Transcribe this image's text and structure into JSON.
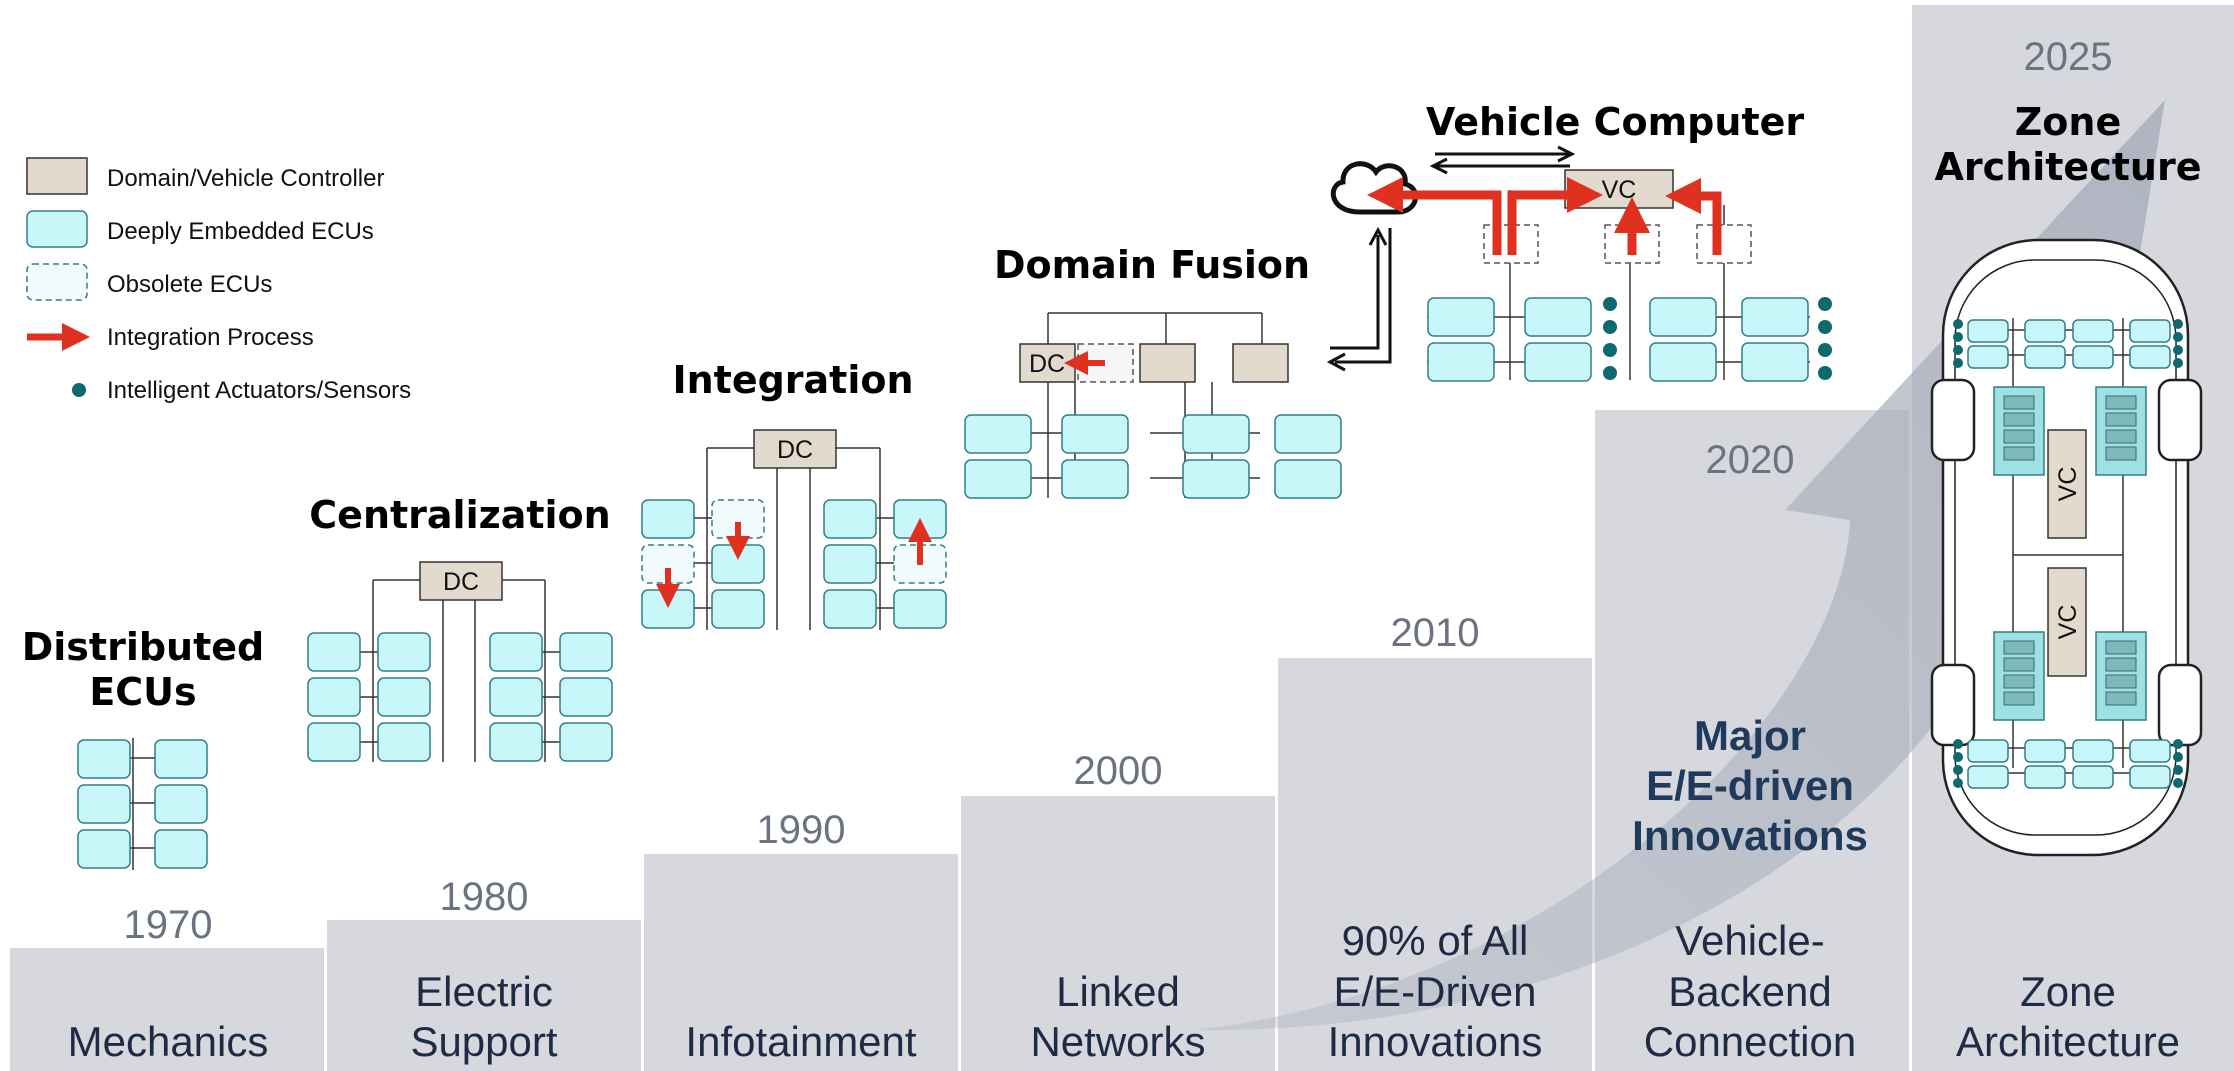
{
  "legend": {
    "controller": "Domain/Vehicle Controller",
    "ecu": "Deeply Embedded ECUs",
    "obsolete": "Obsolete ECUs",
    "integration": "Integration Process",
    "sensors": "Intelligent Actuators/Sensors"
  },
  "colors": {
    "bar": "#d6d8de",
    "ecu_fill": "#c9f6f8",
    "ecu_stroke": "#2f7f88",
    "controller_fill": "#e3dace",
    "arrow_red": "#e03020",
    "year_text": "#6b7280",
    "era_text": "#1f2a44",
    "sensor_dot": "#0c6a6e"
  },
  "eras": [
    {
      "year": "1970",
      "lines": [
        "Mechanics"
      ]
    },
    {
      "year": "1980",
      "lines": [
        "Electric",
        "Support"
      ]
    },
    {
      "year": "1990",
      "lines": [
        "Infotainment"
      ]
    },
    {
      "year": "2000",
      "lines": [
        "Linked",
        "Networks"
      ]
    },
    {
      "year": "2010",
      "lines": [
        "90% of All",
        "E/E-Driven",
        "Innovations"
      ]
    },
    {
      "year": "2020",
      "lines": [
        "Vehicle-",
        "Backend",
        "Connection"
      ]
    },
    {
      "year": "2025",
      "lines": [
        "Zone",
        "Architecture"
      ]
    }
  ],
  "stages": {
    "distributed": [
      "Distributed",
      "ECUs"
    ],
    "centralization": "Centralization",
    "integration": "Integration",
    "fusion": "Domain Fusion",
    "vehicle_computer": "Vehicle Computer",
    "zone": [
      "Zone",
      "Architecture"
    ]
  },
  "major_innovations": [
    "Major",
    "E/E-driven",
    "Innovations"
  ],
  "labels": {
    "dc": "DC",
    "vc": "VC"
  }
}
